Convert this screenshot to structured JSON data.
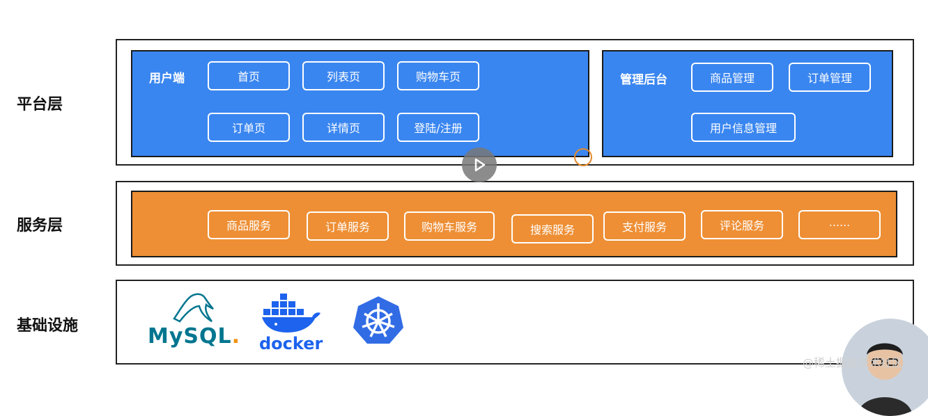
{
  "layers": {
    "platform": {
      "label": "平台层"
    },
    "service": {
      "label": "服务层"
    },
    "infra": {
      "label": "基础设施"
    }
  },
  "user_side": {
    "title": "用户端",
    "items": [
      "首页",
      "列表页",
      "购物车页",
      "订单页",
      "详情页",
      "登陆/注册"
    ]
  },
  "admin": {
    "title": "管理后台",
    "items": [
      "商品管理",
      "订单管理",
      "用户信息管理"
    ]
  },
  "services": {
    "items": [
      "商品服务",
      "订单服务",
      "购物车服务",
      "搜索服务",
      "支付服务",
      "评论服务",
      "......"
    ]
  },
  "infra_logos": {
    "mysql": "MySQL",
    "mysql_dot": ".",
    "docker": "docker"
  },
  "watermark": "@稀土掘金技术社区",
  "colors": {
    "blue_panel": "#3a86f0",
    "orange_panel": "#ee8f35",
    "mysql_blue": "#00758f",
    "mysql_orange": "#f29111",
    "docker_blue": "#1d63ed",
    "k8s_blue": "#326ce5"
  },
  "icons": [
    "play-icon",
    "mysql-dolphin-icon",
    "docker-whale-icon",
    "kubernetes-helm-icon"
  ]
}
